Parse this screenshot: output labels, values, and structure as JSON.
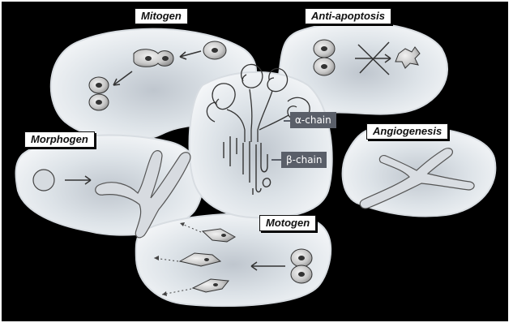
{
  "labels": {
    "mitogen": "Mitogen",
    "anti_apoptosis": "Anti-apoptosis",
    "morphogen": "Morphogen",
    "angiogenesis": "Angiogenesis",
    "motogen": "Motogen"
  },
  "chains": {
    "alpha": "α-chain",
    "beta": "β-chain"
  },
  "colors": {
    "background": "#000000",
    "blob": "#e9eef2",
    "blob_core": "#c7ced6",
    "chain_box": "#5a5f69"
  }
}
